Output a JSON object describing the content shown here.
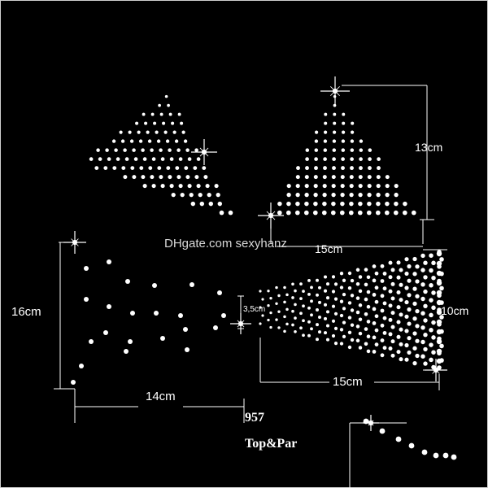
{
  "watermark": "DHgate.com sexyhanz",
  "dimensions": {
    "cup_height": "13cm",
    "cup_width": "15cm",
    "front_height": "16cm",
    "front_width": "14cm",
    "strap_height": "3,5cm",
    "back_height": "10cm",
    "back_width": "15cm"
  },
  "caption": {
    "model": "957",
    "type": "Top&Par"
  },
  "colors": {
    "background": "#000000",
    "rhinestone": "#ffffff",
    "guide_lines": "#ffffff"
  }
}
